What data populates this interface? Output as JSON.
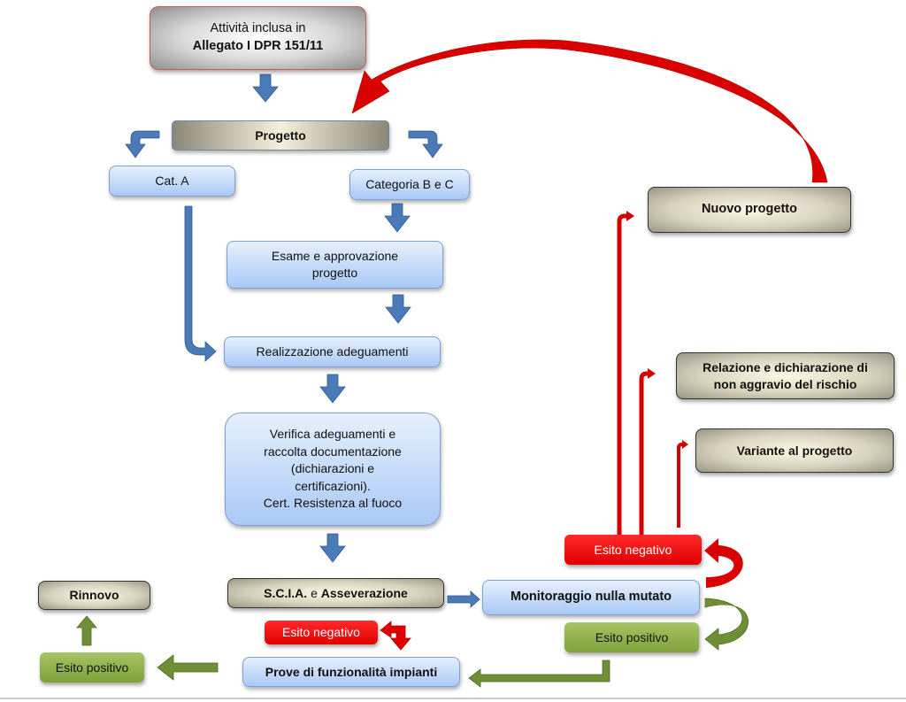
{
  "colors": {
    "blue_arrow": "#4a7ab8",
    "red_arrow": "#d40000",
    "green_arrow": "#5f7f2c",
    "red_box": "#ff0000",
    "green_box": "#8db04a",
    "blue_box": "#bcd5f8"
  },
  "nodes": {
    "attivita": {
      "line1": "Attività inclusa in",
      "line2": "Allegato I DPR 151/11"
    },
    "progetto": "Progetto",
    "cat_a": "Cat. A",
    "cat_bc": "Categoria B e C",
    "esame": {
      "line1": "Esame e approvazione",
      "line2": "progetto"
    },
    "realizzazione": "Realizzazione adeguamenti",
    "verifica": {
      "line1": "Verifica adeguamenti e",
      "line2": "raccolta documentazione",
      "line3": "(dichiarazioni e",
      "line4": "certificazioni).",
      "line5": "Cert. Resistenza al fuoco"
    },
    "scia": {
      "part1": "S.C.I.A.",
      "part2": " e ",
      "part3": "Asseverazione"
    },
    "monitoraggio": "Monitoraggio nulla mutato",
    "esito_negativo_right": "Esito negativo",
    "esito_positivo_right": "Esito positivo",
    "prove": "Prove di funzionalità impianti",
    "esito_negativo_bottom": "Esito negativo",
    "esito_positivo_left": "Esito positivo",
    "rinnovo": "Rinnovo",
    "nuovo_progetto": "Nuovo progetto",
    "relazione": {
      "line1": "Relazione e dichiarazione di",
      "line2": "non aggravio del rischio"
    },
    "variante": "Variante al progetto"
  }
}
